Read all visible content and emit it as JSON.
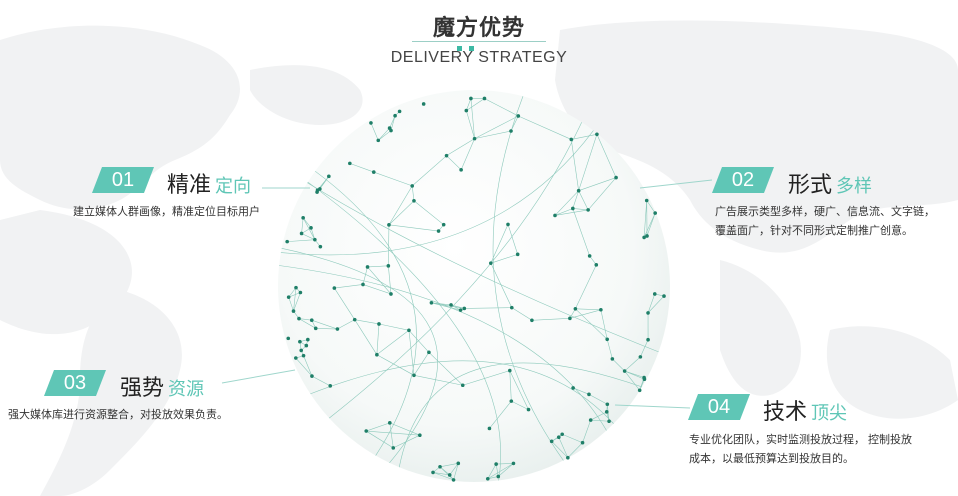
{
  "header": {
    "title": "魔方优势",
    "subtitle": "DELIVERY STRATEGY"
  },
  "features": [
    {
      "num": "01",
      "title_main": "精准",
      "title_accent": "定向",
      "desc_lines": [
        "建立媒体人群画像，精准定位目标用户"
      ]
    },
    {
      "num": "02",
      "title_main": "形式",
      "title_accent": "多样",
      "desc_lines": [
        "广告展示类型多样，硬广、信息流、文字链，",
        "覆盖面广，针对不同形式定制推广创意。"
      ]
    },
    {
      "num": "03",
      "title_main": "强势",
      "title_accent": "资源",
      "desc_lines": [
        "强大媒体库进行资源整合，对投放效果负责。"
      ]
    },
    {
      "num": "04",
      "title_main": "技术",
      "title_accent": "顶尖",
      "desc_lines": [
        "专业优化团队，实时监测投放过程， 控制投放",
        "成本，以最低预算达到投放目的。"
      ]
    }
  ],
  "colors": {
    "accent": "#5fc6b6",
    "node": "#1f7f68",
    "map": "#f0f1f2"
  }
}
